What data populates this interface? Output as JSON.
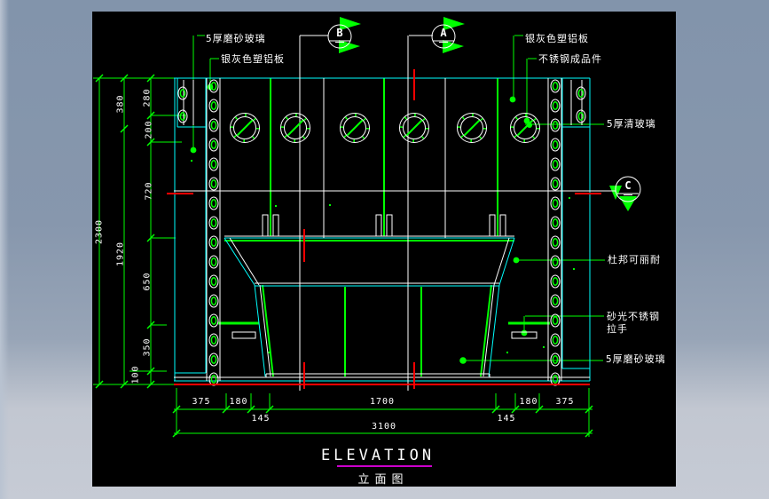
{
  "window": {
    "background": "#8a99ae",
    "canvas_background": "#000000"
  },
  "drawing": {
    "title": "ELEVATION",
    "title_cn": "立面图",
    "sections": [
      {
        "label": "B"
      },
      {
        "label": "A"
      },
      {
        "label": "C"
      }
    ],
    "annotations": {
      "left": [
        {
          "text": "5厚磨砂玻璃"
        },
        {
          "text": "银灰色塑铝板"
        }
      ],
      "right": [
        {
          "text": "银灰色塑铝板"
        },
        {
          "text": "不锈钢成品件"
        },
        {
          "text": "5厚清玻璃"
        },
        {
          "text": "杜邦可丽耐"
        },
        {
          "text": "砂光不锈钢"
        },
        {
          "text": "拉手"
        },
        {
          "text": "5厚磨砂玻璃"
        }
      ]
    },
    "dimensions": {
      "bottom": {
        "segments": [
          "375",
          "180",
          "145",
          "1700",
          "145",
          "180",
          "375"
        ],
        "total": "3100"
      },
      "left": {
        "inner": [
          "280",
          "200",
          "720",
          "650",
          "350",
          "100"
        ],
        "middle": [
          "380",
          "1920"
        ],
        "total": "2300"
      }
    },
    "colors": {
      "line_green": "#00ff00",
      "panel_cyan": "#00ffff",
      "detail_white": "#ffffff",
      "axis_red": "#ff0000",
      "title_underline": "#cc00cc"
    }
  }
}
